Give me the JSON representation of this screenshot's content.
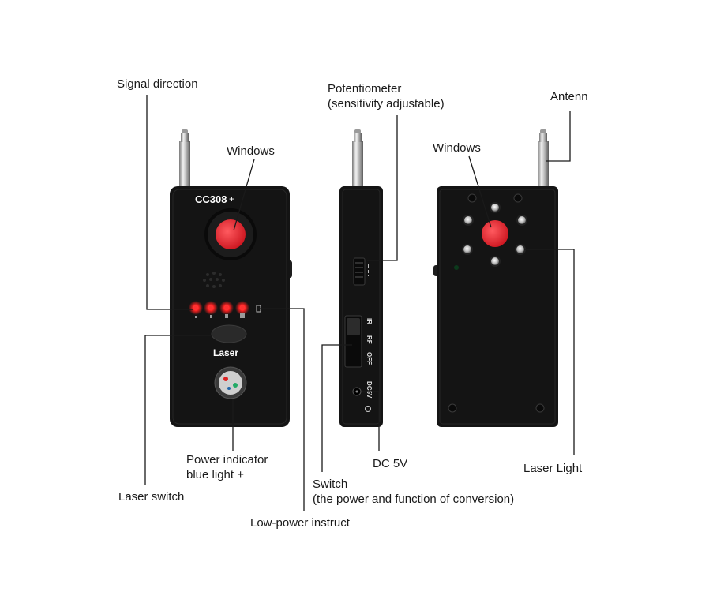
{
  "device": {
    "model": "CC308",
    "model_plus": "+",
    "laser_button_text": "Laser",
    "side_switch_text": [
      "IR",
      "RF",
      "OFF"
    ],
    "dc_port_text": "DC5V",
    "body_color": "#141414",
    "window_color": "#e0202a",
    "indicator_color": "#ff2020"
  },
  "callouts": {
    "signal_direction": "Signal direction",
    "windows_front": "Windows",
    "potentiometer_line1": "Potentiometer",
    "potentiometer_line2": "(sensitivity adjustable)",
    "antenn": "Antenn",
    "windows_back": "Windows",
    "power_indicator_line1": "Power indicator",
    "power_indicator_line2": "blue light +",
    "dc_5v": "DC 5V",
    "laser_light": "Laser Light",
    "laser_switch": "Laser switch",
    "switch_line1": "Switch",
    "switch_line2": "(the power and function of conversion)",
    "low_power_instruct": "Low-power instruct"
  }
}
